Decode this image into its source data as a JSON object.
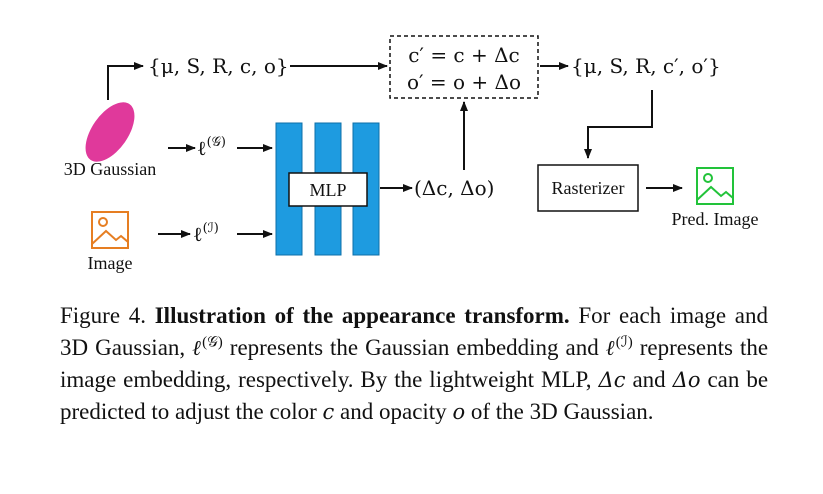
{
  "diagram": {
    "gaussian_params": "{μ, S, R, c, o}",
    "update_line1": "c′ = c + Δc",
    "update_line2": "o′ = o + Δo",
    "updated_params": "{μ, S, R, c′, o′}",
    "gaussian_embedding": "ℓ(𝒢)",
    "image_embedding": "ℓ(ℐ)",
    "gaussian_label": "3D Gaussian",
    "image_label": "Image",
    "mlp_label": "MLP",
    "delta_output": "(Δc, Δo)",
    "rasterizer_label": "Rasterizer",
    "pred_label": "Pred. Image",
    "colors": {
      "gaussian": "#e0399b",
      "mlp_bars": "#1e9be0",
      "image_icon": "#e67e22",
      "pred_icon": "#22c33a"
    }
  },
  "caption": {
    "prefix": "Figure 4.",
    "title": "Illustration of the appearance transform.",
    "s1": "For each image and 3D Gaussian,",
    "sym_l": "ℓ",
    "sup_g": "(𝒢)",
    "s2": "represents the Gaussian embedding and",
    "sup_i": "(ℐ)",
    "s3": "represents the image embedding, respectively. By the lightweight MLP,",
    "delta_c": "Δc",
    "s4": "and",
    "delta_o": "Δo",
    "s5": "can be predicted to adjust the color",
    "c": "c",
    "s6": "and opacity",
    "o": "o",
    "s7": "of the 3D Gaussian."
  }
}
